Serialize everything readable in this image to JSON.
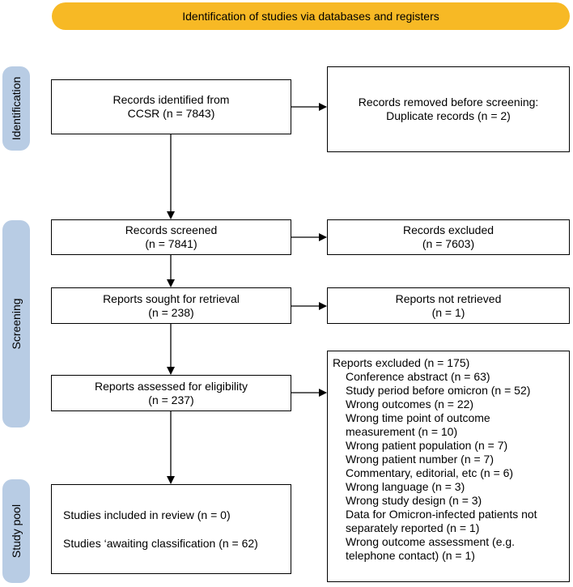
{
  "header": {
    "title": "Identification of studies via databases and registers"
  },
  "phases": {
    "identification": "Identification",
    "screening": "Screening",
    "study_pool": "Study pool"
  },
  "identification": {
    "records_identified": {
      "line1": "Records identified from",
      "line2": "CCSR (n = 7843)"
    },
    "records_removed": {
      "line1": "Records removed before screening:",
      "line2": "Duplicate records (n = 2)"
    }
  },
  "screening": {
    "records_screened": {
      "line1": "Records screened",
      "line2": "(n = 7841)"
    },
    "records_excluded": {
      "line1": "Records excluded",
      "line2": "(n = 7603)"
    },
    "reports_sought": {
      "line1": "Reports sought for retrieval",
      "line2": "(n = 238)"
    },
    "reports_not_retrieved": {
      "line1": "Reports not retrieved",
      "line2": "(n = 1)"
    },
    "reports_assessed": {
      "line1": "Reports assessed for eligibility",
      "line2": "(n = 237)"
    },
    "reports_excluded": {
      "title": "Reports excluded (n = 175)",
      "items": [
        "Conference abstract (n = 63)",
        "Study period before omicron (n = 52)",
        "Wrong outcomes (n = 22)",
        "Wrong time point of outcome",
        "measurement (n = 10)",
        "Wrong patient population (n = 7)",
        "Wrong patient number (n = 7)",
        "Commentary, editorial, etc (n = 6)",
        "Wrong language (n = 3)",
        "Wrong study design (n = 3)",
        "Data for Omicron-infected patients not",
        "separately reported (n = 1)",
        "Wrong outcome assessment (e.g.",
        "telephone contact) (n = 1)"
      ]
    }
  },
  "included": {
    "studies_included": "Studies included in review (n = 0)",
    "awaiting": "Studies ‘awaiting classification (n = 62)"
  },
  "colors": {
    "header": "#f7b925",
    "phase": "#b8cce4"
  }
}
